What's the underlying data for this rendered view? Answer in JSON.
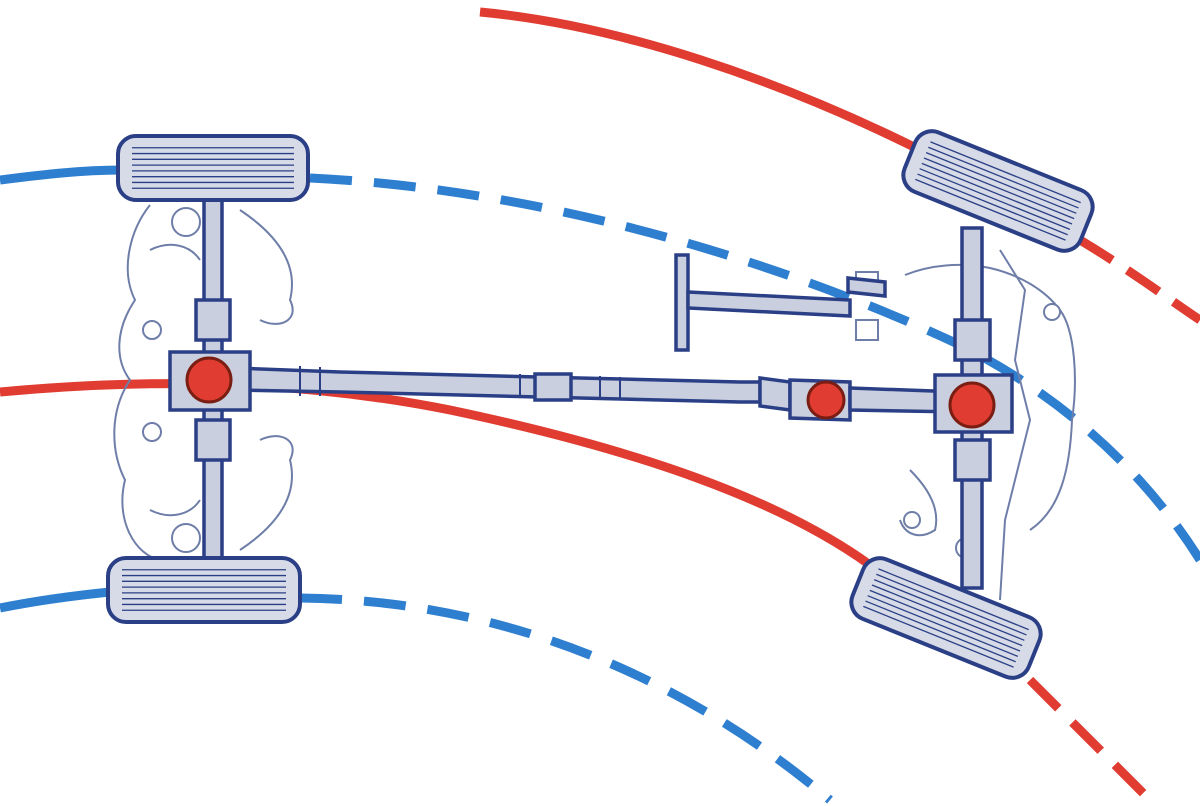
{
  "colors": {
    "track_red": "#e03c31",
    "track_blue": "#2f7fd0",
    "chassis_outline": "#2b3f86",
    "component_fill": "#c9cfde",
    "differential": "#e03c31"
  },
  "components": {
    "front_differential": "differential",
    "center_differential": "differential",
    "rear_differential": "differential",
    "wheels": [
      "rear-left",
      "rear-right",
      "front-left",
      "front-right"
    ]
  }
}
